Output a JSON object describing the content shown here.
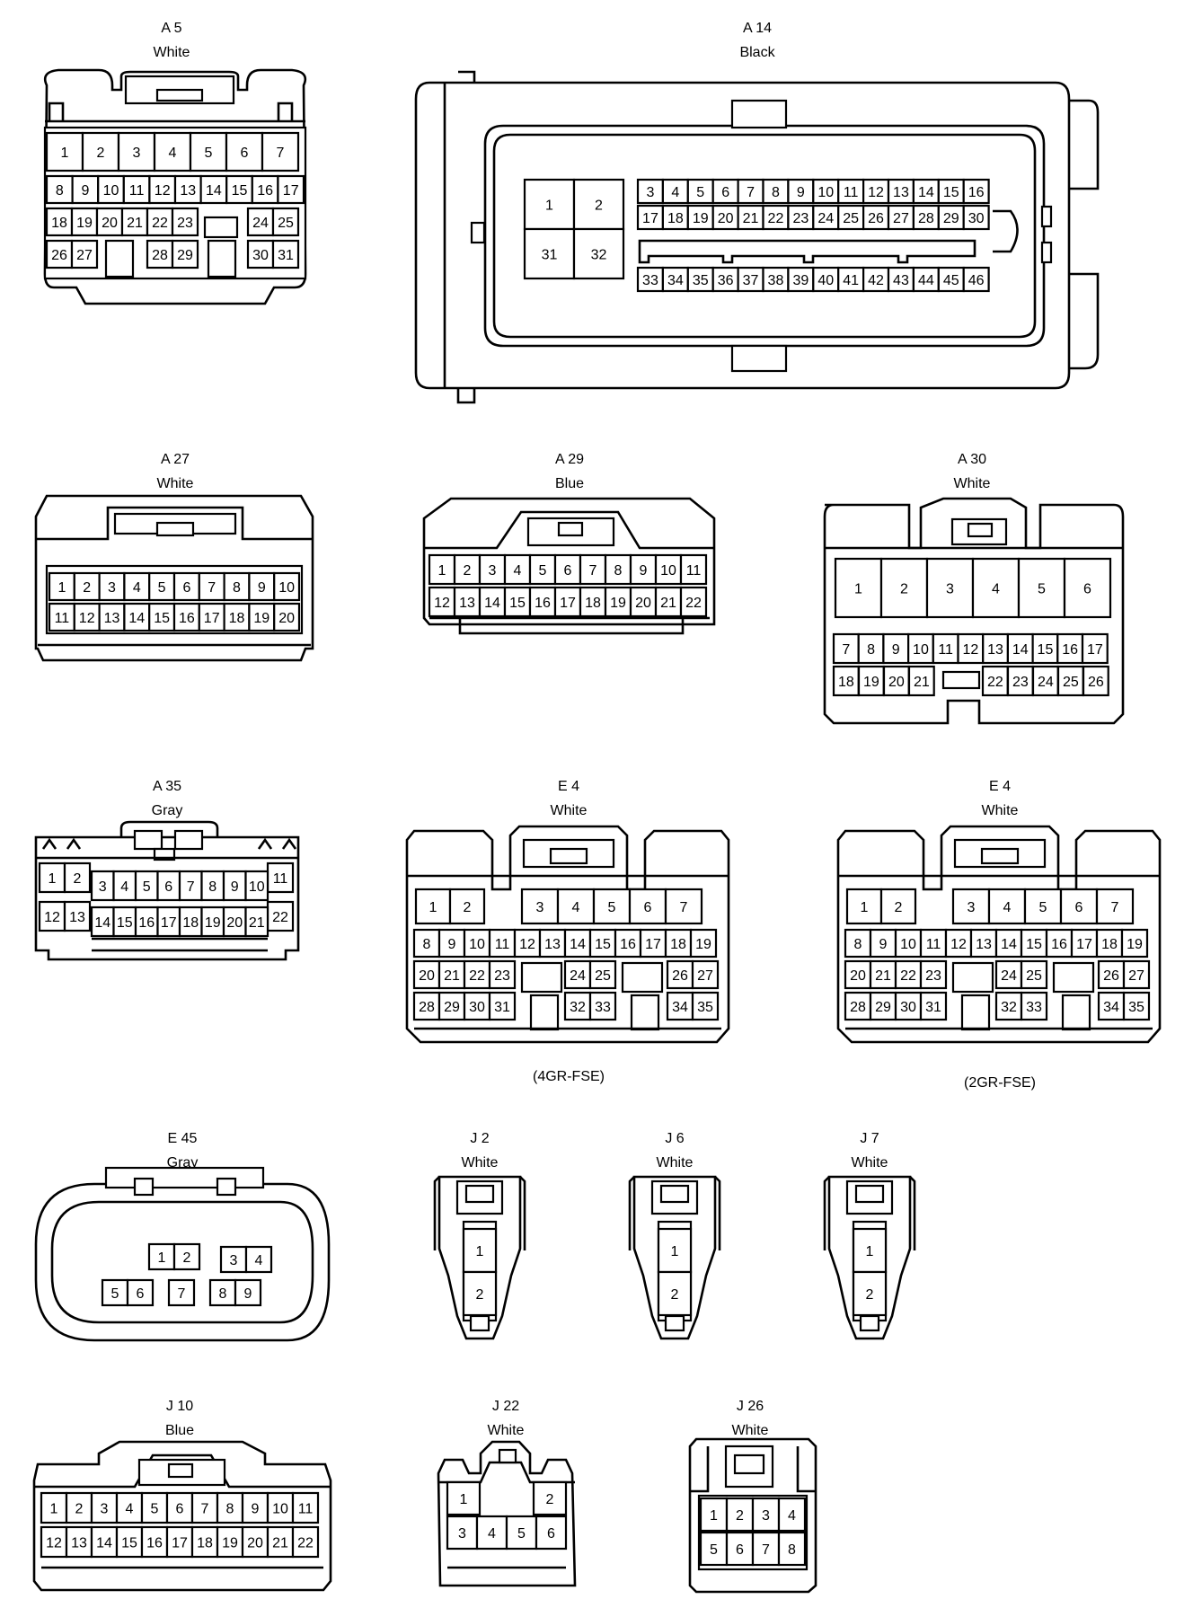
{
  "connectors": [
    {
      "id": "A5",
      "code": "A 5",
      "color": "White",
      "pins": [
        [
          "1",
          "2",
          "3",
          "4",
          "5",
          "6",
          "7"
        ],
        [
          "8",
          "9",
          "10",
          "11",
          "12",
          "13",
          "14",
          "15",
          "16",
          "17"
        ],
        [
          "18",
          "19",
          "20",
          "21",
          "22",
          "23",
          "24",
          "25"
        ],
        [
          "26",
          "27",
          "28",
          "29",
          "30",
          "31"
        ]
      ]
    },
    {
      "id": "A14",
      "code": "A 14",
      "color": "Black",
      "pins": [
        [
          "1",
          "2",
          "31",
          "32"
        ],
        [
          "3",
          "4",
          "5",
          "6",
          "7",
          "8",
          "9",
          "10",
          "11",
          "12",
          "13",
          "14",
          "15",
          "16"
        ],
        [
          "17",
          "18",
          "19",
          "20",
          "21",
          "22",
          "23",
          "24",
          "25",
          "26",
          "27",
          "28",
          "29",
          "30"
        ],
        [
          "33",
          "34",
          "35",
          "36",
          "37",
          "38",
          "39",
          "40",
          "41",
          "42",
          "43",
          "44",
          "45",
          "46"
        ]
      ]
    },
    {
      "id": "A27",
      "code": "A 27",
      "color": "White",
      "pins": [
        [
          "1",
          "2",
          "3",
          "4",
          "5",
          "6",
          "7",
          "8",
          "9",
          "10"
        ],
        [
          "11",
          "12",
          "13",
          "14",
          "15",
          "16",
          "17",
          "18",
          "19",
          "20"
        ]
      ]
    },
    {
      "id": "A29",
      "code": "A 29",
      "color": "Blue",
      "pins": [
        [
          "1",
          "2",
          "3",
          "4",
          "5",
          "6",
          "7",
          "8",
          "9",
          "10",
          "11"
        ],
        [
          "12",
          "13",
          "14",
          "15",
          "16",
          "17",
          "18",
          "19",
          "20",
          "21",
          "22"
        ]
      ]
    },
    {
      "id": "A30",
      "code": "A 30",
      "color": "White",
      "pins": [
        [
          "1",
          "2",
          "3",
          "4",
          "5",
          "6"
        ],
        [
          "7",
          "8",
          "9",
          "10",
          "11",
          "12",
          "13",
          "14",
          "15",
          "16",
          "17"
        ],
        [
          "18",
          "19",
          "20",
          "21",
          "22",
          "23",
          "24",
          "25",
          "26"
        ]
      ]
    },
    {
      "id": "A35",
      "code": "A 35",
      "color": "Gray",
      "pins": [
        [
          "1",
          "2",
          "11"
        ],
        [
          "12",
          "13",
          "22"
        ],
        [
          "3",
          "4",
          "5",
          "6",
          "7",
          "8",
          "9",
          "10"
        ],
        [
          "14",
          "15",
          "16",
          "17",
          "18",
          "19",
          "20",
          "21"
        ]
      ]
    },
    {
      "id": "E4a",
      "code": "E 4",
      "color": "White",
      "note": "(4GR-FSE)",
      "pins": [
        [
          "1",
          "2",
          "3",
          "4",
          "5",
          "6",
          "7"
        ],
        [
          "8",
          "9",
          "10",
          "11",
          "12",
          "13",
          "14",
          "15",
          "16",
          "17",
          "18",
          "19"
        ],
        [
          "20",
          "21",
          "22",
          "23",
          "24",
          "25",
          "26",
          "27"
        ],
        [
          "28",
          "29",
          "30",
          "31",
          "32",
          "33",
          "34",
          "35"
        ]
      ]
    },
    {
      "id": "E4b",
      "code": "E 4",
      "color": "White",
      "note": "(2GR-FSE)",
      "pins": [
        [
          "1",
          "2",
          "3",
          "4",
          "5",
          "6",
          "7"
        ],
        [
          "8",
          "9",
          "10",
          "11",
          "12",
          "13",
          "14",
          "15",
          "16",
          "17",
          "18",
          "19"
        ],
        [
          "20",
          "21",
          "22",
          "23",
          "24",
          "25",
          "26",
          "27"
        ],
        [
          "28",
          "29",
          "30",
          "31",
          "32",
          "33",
          "34",
          "35"
        ]
      ]
    },
    {
      "id": "E45",
      "code": "E 45",
      "color": "Gray",
      "pins": [
        [
          "1",
          "2",
          "3",
          "4"
        ],
        [
          "5",
          "6",
          "7",
          "8",
          "9"
        ]
      ]
    },
    {
      "id": "J2",
      "code": "J 2",
      "color": "White",
      "pins": [
        [
          "1",
          "2"
        ]
      ]
    },
    {
      "id": "J6",
      "code": "J 6",
      "color": "White",
      "pins": [
        [
          "1",
          "2"
        ]
      ]
    },
    {
      "id": "J7",
      "code": "J 7",
      "color": "White",
      "pins": [
        [
          "1",
          "2"
        ]
      ]
    },
    {
      "id": "J10",
      "code": "J 10",
      "color": "Blue",
      "pins": [
        [
          "1",
          "2",
          "3",
          "4",
          "5",
          "6",
          "7",
          "8",
          "9",
          "10",
          "11"
        ],
        [
          "12",
          "13",
          "14",
          "15",
          "16",
          "17",
          "18",
          "19",
          "20",
          "21",
          "22"
        ]
      ]
    },
    {
      "id": "J22",
      "code": "J 22",
      "color": "White",
      "pins": [
        [
          "1",
          "2"
        ],
        [
          "3",
          "4",
          "5",
          "6"
        ]
      ]
    },
    {
      "id": "J26",
      "code": "J 26",
      "color": "White",
      "pins": [
        [
          "1",
          "2",
          "3",
          "4"
        ],
        [
          "5",
          "6",
          "7",
          "8"
        ]
      ]
    }
  ]
}
